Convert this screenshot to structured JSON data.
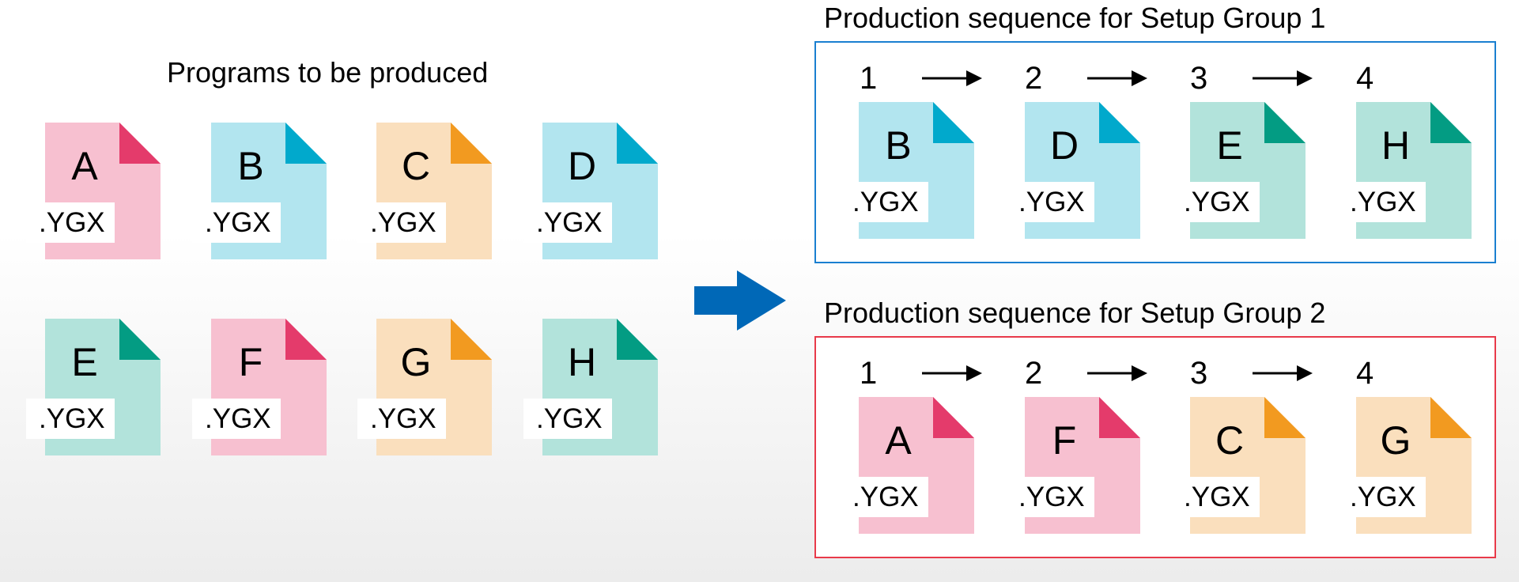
{
  "left_title": "Programs to be produced",
  "extension": ".YGX",
  "colors": {
    "pink": {
      "body": "#f7c0d0",
      "corner": "#e43b6b"
    },
    "blue": {
      "body": "#b2e5ef",
      "corner": "#01a9cc"
    },
    "orange": {
      "body": "#fadfbd",
      "corner": "#f29a20"
    },
    "green": {
      "body": "#b2e3db",
      "corner": "#039c83"
    },
    "box1_border": "#1a7fd0",
    "box2_border": "#e83a4a",
    "arrow": "#0068b7"
  },
  "programs": [
    {
      "letter": "A",
      "color": "pink"
    },
    {
      "letter": "B",
      "color": "blue"
    },
    {
      "letter": "C",
      "color": "orange"
    },
    {
      "letter": "D",
      "color": "blue"
    },
    {
      "letter": "E",
      "color": "green"
    },
    {
      "letter": "F",
      "color": "pink"
    },
    {
      "letter": "G",
      "color": "orange"
    },
    {
      "letter": "H",
      "color": "green"
    }
  ],
  "groups": [
    {
      "title": "Production sequence for Setup Group 1",
      "steps": [
        {
          "num": "1",
          "letter": "B",
          "color": "blue"
        },
        {
          "num": "2",
          "letter": "D",
          "color": "blue"
        },
        {
          "num": "3",
          "letter": "E",
          "color": "green"
        },
        {
          "num": "4",
          "letter": "H",
          "color": "green"
        }
      ]
    },
    {
      "title": "Production sequence for Setup Group 2",
      "steps": [
        {
          "num": "1",
          "letter": "A",
          "color": "pink"
        },
        {
          "num": "2",
          "letter": "F",
          "color": "pink"
        },
        {
          "num": "3",
          "letter": "C",
          "color": "orange"
        },
        {
          "num": "4",
          "letter": "G",
          "color": "orange"
        }
      ]
    }
  ]
}
